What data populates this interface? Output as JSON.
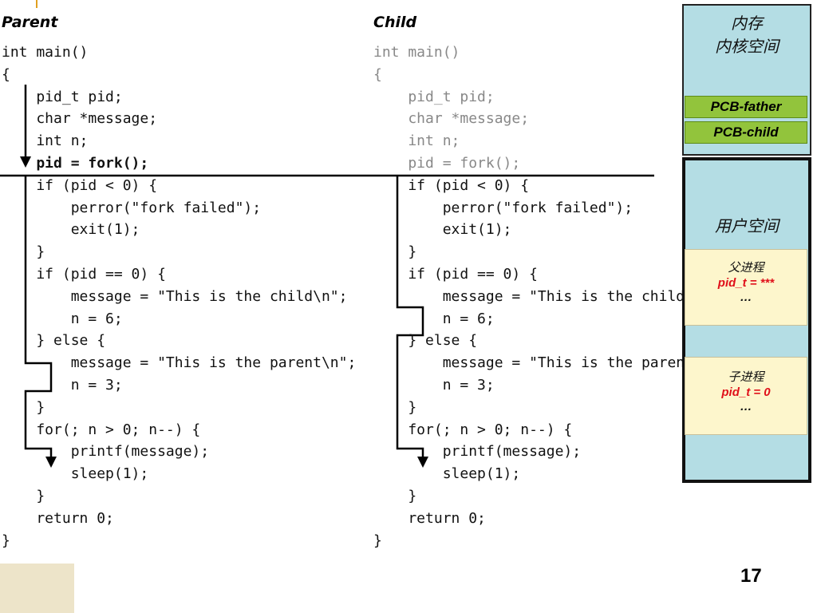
{
  "parent": {
    "title": "Parent",
    "lines": [
      "int main()",
      "{",
      "    pid_t pid;",
      "    char *message;",
      "    int n;",
      "    pid = fork();",
      "    if (pid < 0) {",
      "        perror(\"fork failed\");",
      "        exit(1);",
      "    }",
      "    if (pid == 0) {",
      "        message = \"This is the child\\n\";",
      "        n = 6;",
      "    } else {",
      "        message = \"This is the parent\\n\";",
      "        n = 3;",
      "    }",
      "    for(; n > 0; n--) {",
      "        printf(message);",
      "        sleep(1);",
      "    }",
      "    return 0;",
      "}"
    ]
  },
  "child": {
    "title": "Child",
    "lines": [
      "int main()",
      "{",
      "    pid_t pid;",
      "    char *message;",
      "    int n;",
      "    pid = fork();",
      "    if (pid < 0) {",
      "        perror(\"fork failed\");",
      "        exit(1);",
      "    }",
      "    if (pid == 0) {",
      "        message = \"This is the child\\n\";",
      "        n = 6;",
      "    } else {",
      "        message = \"This is the parent\\n\";",
      "        n = 3;",
      "    }",
      "    for(; n > 0; n--) {",
      "        printf(message);",
      "        sleep(1);",
      "    }",
      "    return 0;",
      "}"
    ]
  },
  "memory": {
    "header_line1": "内存",
    "header_line2": "内核空间",
    "pcb_father": "PCB-father",
    "pcb_child": "PCB-child",
    "user_space": "用户空间",
    "parent_proc": {
      "label": "父进程",
      "value": "pid_t = ***",
      "ellipsis": "…"
    },
    "child_proc": {
      "label": "子进程",
      "value": "pid_t = 0",
      "ellipsis": "…"
    },
    "colors": {
      "region_fill": "#b4dde4",
      "pcb_fill": "#92c43c",
      "proc_fill": "#fdf6cc",
      "value_text": "#e0101a"
    }
  },
  "page_number": "17"
}
